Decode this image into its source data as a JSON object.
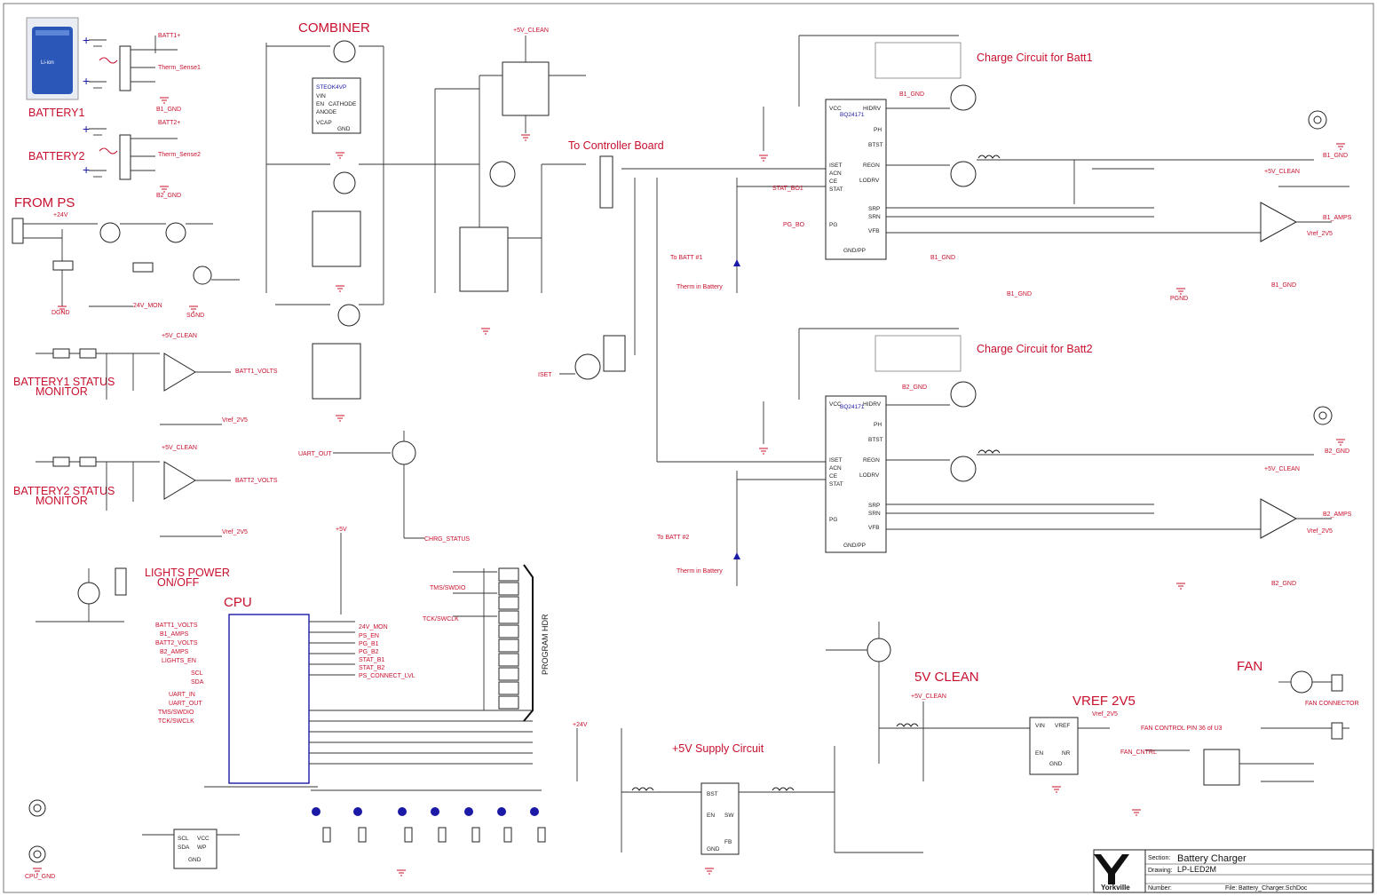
{
  "sheet": {
    "sections": {
      "combiner": "COMBINER",
      "battery1": "BATTERY1",
      "battery2": "BATTERY2",
      "from_ps": "FROM PS",
      "bat1_monitor": [
        "BATTERY1 STATUS",
        "MONITOR"
      ],
      "bat2_monitor": [
        "BATTERY2 STATUS",
        "MONITOR"
      ],
      "lights": [
        "LIGHTS POWER",
        "ON/OFF"
      ],
      "cpu": "CPU",
      "controller": "To Controller Board",
      "charge1": "Charge Circuit for Batt1",
      "charge2": "Charge Circuit for Batt2",
      "clean5v": "5V CLEAN",
      "vref": "VREF 2V5",
      "supply5v": "+5V Supply Circuit",
      "fan": "FAN",
      "fan_control": "FAN CONTROL PIN 36 of U3",
      "program_hdr": "PROGRAM HDR"
    },
    "nets": {
      "batt1_plus": "BATT1+",
      "batt2_plus": "BATT2+",
      "therm1": "Therm_Sense1",
      "therm2": "Therm_Sense2",
      "b1_gnd": "B1_GND",
      "b2_gnd": "B2_GND",
      "mon24": "24V_MON",
      "plus5_clean": "+5V_CLEAN",
      "batt1_volts": "BATT1_VOLTS",
      "batt2_volts": "BATT2_VOLTS",
      "vref_2v5": "Vref_2V5",
      "uart_out": "UART_OUT",
      "chrg_status": "CHRG_STATUS",
      "therm_batt1": "Therm in Battery",
      "to_batt1": "To BATT #1",
      "to_batt2": "To BATT #2",
      "iset": "ISET",
      "stat_bo1": "STAT_BO1",
      "pg_bo": "PG_BO",
      "b1_amps": "B1_AMPS",
      "b2_amps": "B2_AMPS",
      "fan_cntrl": "FAN_CNTRL",
      "plus24": "+24V",
      "plus5": "+5V",
      "dgnd": "DGND",
      "pgnd": "PGND",
      "sgnd": "SGND",
      "cpu_gnd": "CPU_GND",
      "fan_connector": "FAN CONNECTOR",
      "tms": "TMS/SWDIO",
      "tck": "TCK/SWCLK"
    },
    "cpu_pins": [
      "BATT1_VOLTS",
      "B1_AMPS",
      "BATT2_VOLTS",
      "B2_AMPS",
      "LIGHTS_EN",
      "SCL",
      "SDA",
      "UART_IN",
      "UART_OUT",
      "TMS/SWDIO",
      "TCK/SWCLK"
    ],
    "cpu_right_pins": [
      "24V_MON",
      "PS_EN",
      "PG_B1",
      "PG_B2",
      "STAT_B1",
      "STAT_B2",
      "PS_CONNECT_LVL"
    ],
    "components": {
      "u4": [
        "STEOK4VP",
        "VIN",
        "EN",
        "CATHODE",
        "ANODE",
        "VCAP",
        "GND"
      ],
      "charger_ic": [
        "BQ24171",
        "VCC",
        "HIDRV",
        "PH",
        "BTST",
        "REGN",
        "LODRV",
        "ISET",
        "ACN",
        "CE",
        "STAT",
        "PG",
        "SRP",
        "SRN",
        "VFB",
        "GND/PP"
      ],
      "vref_ic": [
        "VIN",
        "VREF",
        "EN",
        "GND",
        "NR"
      ],
      "supply_ic": [
        "BST",
        "EN",
        "SW",
        "FB",
        "GND"
      ],
      "eeprom": [
        "SCL",
        "SDA",
        "VCC",
        "WP",
        "GND"
      ]
    },
    "title_block": {
      "company": "Yorkville",
      "section_label": "Section:",
      "section": "Battery Charger",
      "drawing_label": "Drawing:",
      "drawing": "LP-LED2M",
      "number_label": "Number:",
      "file_label": "File:",
      "file": "Battery_Charger.SchDoc"
    },
    "colors": {
      "label_red": "#c8102e",
      "component_blue": "#1a1aa6",
      "wire": "#333333"
    }
  }
}
